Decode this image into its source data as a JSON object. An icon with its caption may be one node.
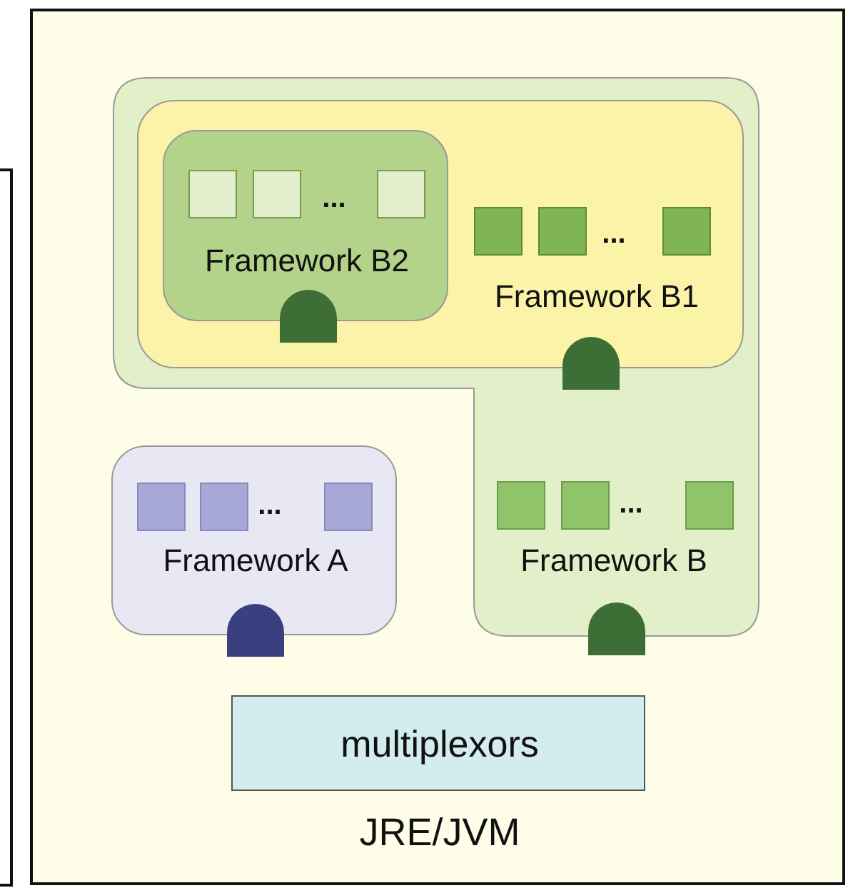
{
  "diagram": {
    "nodes": [
      {
        "text": [
          "JRE/JVM"
        ]
      },
      {
        "text": [
          "Framework B"
        ],
        "in": 0
      },
      {
        "text": [
          "Framework B1"
        ],
        "in": 1
      },
      {
        "text": [
          "Framework B2"
        ],
        "in": 2
      },
      {
        "text": [
          "Framework A"
        ],
        "in": 0
      },
      {
        "text": [
          "multiplexors"
        ],
        "in": 0
      }
    ],
    "labels": [
      "...",
      "...",
      "...",
      "..."
    ]
  }
}
